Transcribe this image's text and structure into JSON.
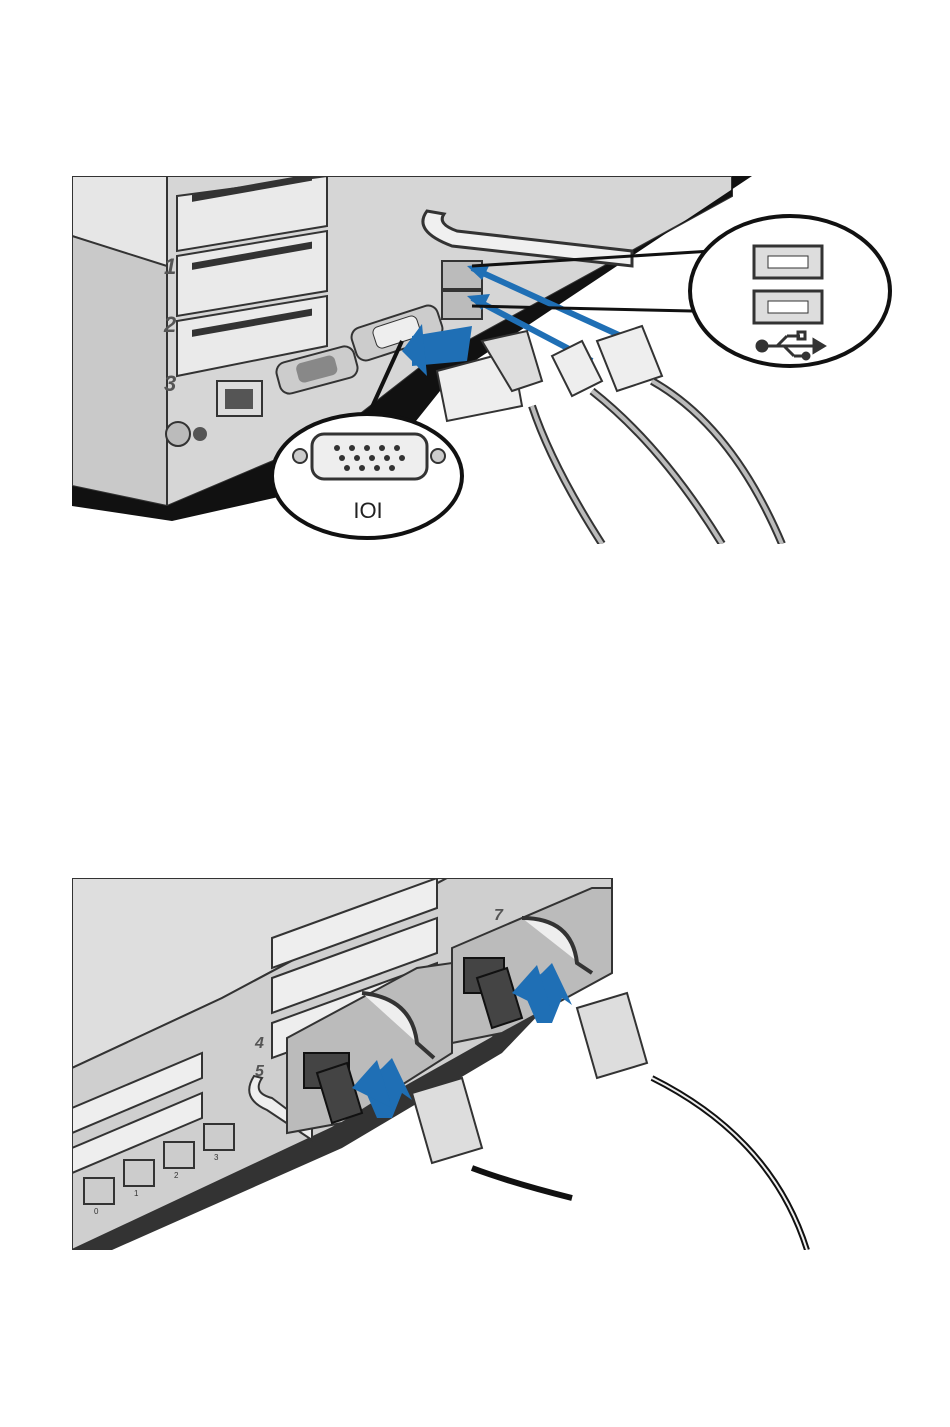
{
  "figure_top": {
    "slot_labels": [
      "1",
      "2",
      "3"
    ],
    "vga_symbol": "IOI",
    "usb_symbol": "usb-icon",
    "arrow_color": "#1f6fb5"
  },
  "figure_bottom": {
    "bay_labels": [
      "4",
      "5",
      "7"
    ],
    "port_labels": [
      "0",
      "1",
      "2",
      "3"
    ],
    "arrow_color": "#1f6fb5"
  }
}
